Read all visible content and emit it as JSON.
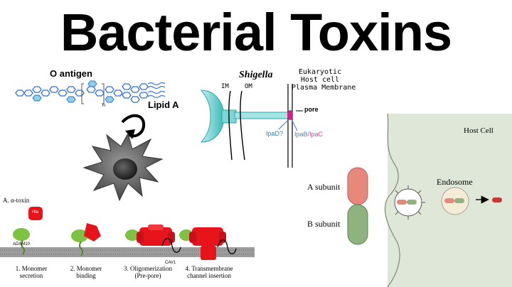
{
  "title": "Bacterial Toxins",
  "lps": {
    "o_antigen": "O antigen",
    "lipid_a": "Lipid A",
    "n_subscript": "n"
  },
  "shigella": {
    "title": "Shigella",
    "im": "IM",
    "om": "OM",
    "eukaryotic_lines": [
      "Eukaryotic",
      "Host cell",
      "Plasma Membrane"
    ],
    "pore": "pore",
    "ipad": "IpaD?",
    "ipab": "IpaB/",
    "ipac": "IpaC",
    "colors": {
      "needle": "#40c0c0",
      "pore": "#d62088",
      "ipad": "#2f7fbf",
      "ipab": "#4a7fbf",
      "ipac": "#c04b9a"
    }
  },
  "alpha_toxin": {
    "panel_title": "A.  α-toxin",
    "hla": "Hla",
    "adam10": "ADAM10",
    "cav1": "CAV1",
    "steps": [
      {
        "number": "1.",
        "lines": [
          "Monomer",
          "secretion"
        ]
      },
      {
        "number": "2.",
        "lines": [
          "Monomer",
          "binding"
        ]
      },
      {
        "number": "3.",
        "lines": [
          "Oligomerization",
          "(Pre-pore)"
        ]
      },
      {
        "number": "4.",
        "lines": [
          "Transmembrane",
          "channel insertion"
        ]
      }
    ],
    "colors": {
      "toxin": "#e8141c",
      "receptor": "#7dc242",
      "membrane": "#8a8a8a"
    }
  },
  "ab_toxin": {
    "a_subunit": "A subunit",
    "b_subunit": "B subunit",
    "host_cell": "Host Cell",
    "endosome": "Endosome",
    "colors": {
      "a": "#e8877b",
      "b": "#8fb37f",
      "cell": "#dfe8d8",
      "endosome": "#f5ecd8",
      "arrow": "#c8372e"
    }
  }
}
